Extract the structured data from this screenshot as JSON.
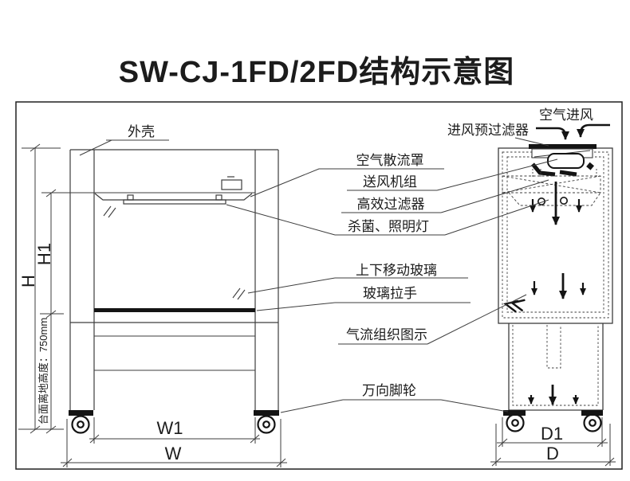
{
  "title": "SW-CJ-1FD/2FD结构示意图",
  "labels": {
    "housing": "外壳",
    "air_intake": "空气进风",
    "intake_prefilter": "进风预过滤器",
    "air_diffuser": "空气散流罩",
    "fan_unit": "送风机组",
    "hepa_filter": "高效过滤器",
    "sterilize_lamp": "杀菌、照明灯",
    "sliding_glass": "上下移动玻璃",
    "glass_handle": "玻璃拉手",
    "airflow_pattern": "气流组织图示",
    "caster": "万向脚轮",
    "worktop_height": "台面离地高度：750mm"
  },
  "dimensions": {
    "total_height": "H",
    "opening_height": "H1",
    "inner_width": "W1",
    "total_width": "W",
    "inner_depth": "D1",
    "total_depth": "D"
  },
  "colors": {
    "line": "#3d3d3d",
    "ink": "#141414"
  }
}
